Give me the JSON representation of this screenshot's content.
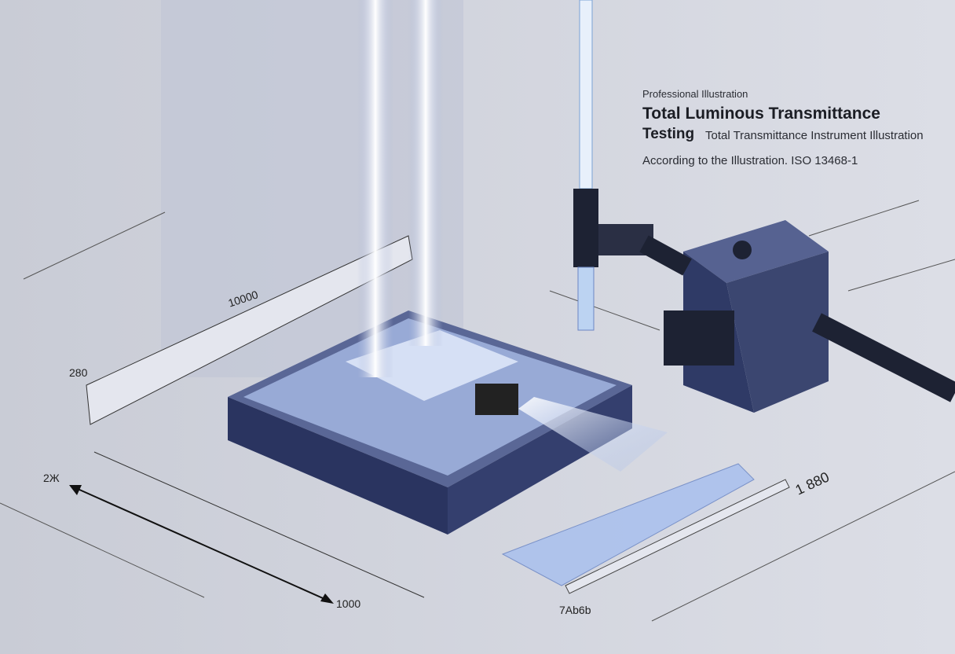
{
  "header": {
    "subtitle": "Professional Illustration",
    "title_line1": "Total Luminous Transmittance",
    "title_line2": "Testing",
    "title_line2_rest": "Total Transmittance Instrument Illustration",
    "standard": "According to the Illustration. ISO 13468-1"
  },
  "ruler_labels": {
    "upper_ruler": "10000",
    "left_mark": "280",
    "arrow_start": "2Ж",
    "arrow_end": "1000",
    "right_ruler": "1 880",
    "bottom_ruler": "7Ab6b"
  },
  "colors": {
    "background": "#d3d6df",
    "base": "#2f3a66",
    "light": "#ffffff",
    "device": "#3b4670"
  }
}
